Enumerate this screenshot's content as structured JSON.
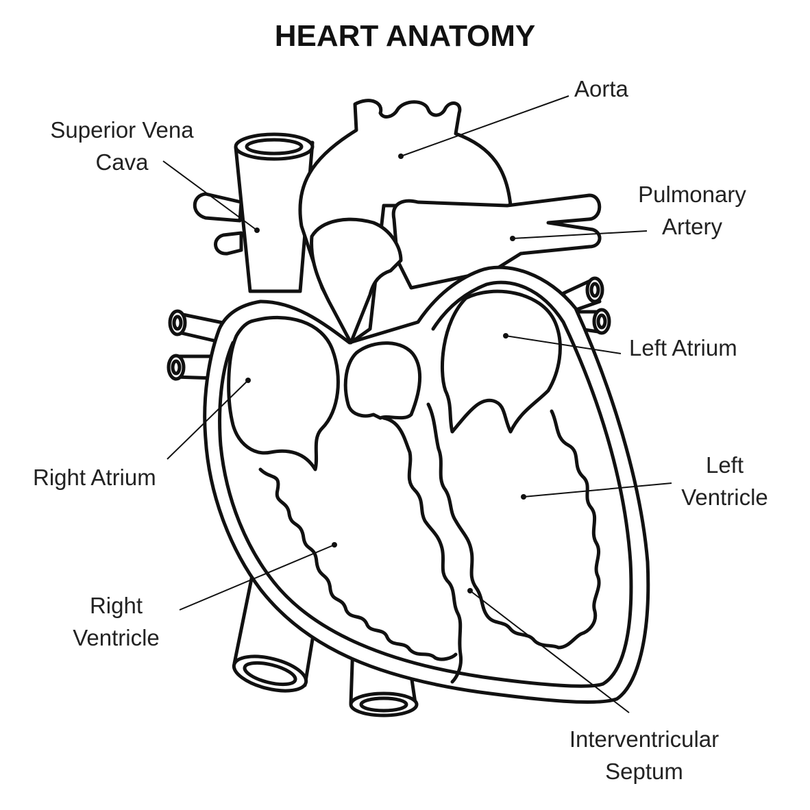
{
  "title": "HEART ANATOMY",
  "labels": {
    "aorta": [
      "Aorta"
    ],
    "superior_vena_cava": [
      "Superior Vena",
      "Cava"
    ],
    "pulmonary_artery": [
      "Pulmonary",
      "Artery"
    ],
    "left_atrium": [
      "Left Atrium"
    ],
    "right_atrium": [
      "Right Atrium"
    ],
    "left_ventricle": [
      "Left",
      "Ventricle"
    ],
    "right_ventricle": [
      "Right",
      "Ventricle"
    ],
    "interventricular_septum": [
      "Interventricular",
      "Septum"
    ]
  }
}
